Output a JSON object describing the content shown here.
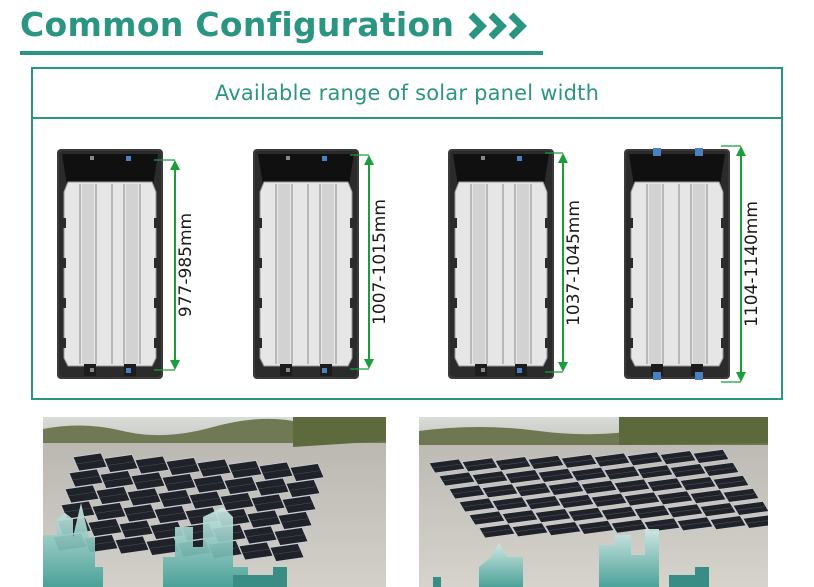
{
  "page": {
    "heading": "Common Configuration",
    "heading_icon": "triple-chevron-right-icon"
  },
  "panel": {
    "title": "Available range of solar panel width",
    "ranges": [
      {
        "label": "977-985mm",
        "variant": "standard"
      },
      {
        "label": "1007-1015mm",
        "variant": "standard"
      },
      {
        "label": "1037-1045mm",
        "variant": "standard"
      },
      {
        "label": "1104-1140mm",
        "variant": "extended-clamps"
      }
    ]
  },
  "photos": [
    {
      "name": "installation-photo-east-west",
      "subject": "ballasted solar array on paved ground"
    },
    {
      "name": "installation-photo-south",
      "subject": "ballasted solar rows on paved ground"
    }
  ],
  "colors": {
    "teal": "#2a9682",
    "arrow_green": "#1a9e3a",
    "clamp_blue": "#4a7fc0"
  }
}
